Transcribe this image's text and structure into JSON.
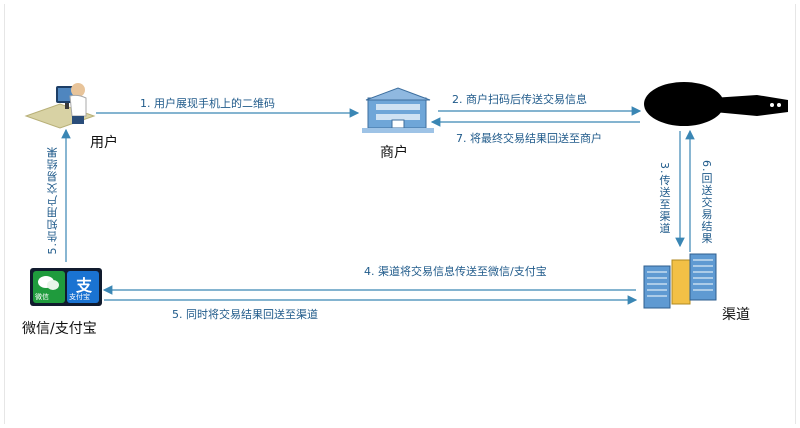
{
  "nodes": {
    "user": "用户",
    "merchant": "商户",
    "channel": "渠道",
    "wallet": "微信/支付宝"
  },
  "wallet_icon": {
    "wechat_text": "微信",
    "alipay_text": "支付宝"
  },
  "steps": {
    "s1": "1. 用户展现手机上的二维码",
    "s2": "2. 商户扫码后传送交易信息",
    "s3": "3.传送至渠道",
    "s4": "4. 渠道将交易信息传送至微信/支付宝",
    "s5": "5. 同时将交易结果回送至渠道",
    "s5b": "5.告知用户交易结果",
    "s6": "6.回送交易结果",
    "s7": "7. 将最终交易结果回送至商户"
  },
  "colors": {
    "arrow": "#3a86b4",
    "label": "#1f5a8a",
    "redacted": "#000000"
  }
}
